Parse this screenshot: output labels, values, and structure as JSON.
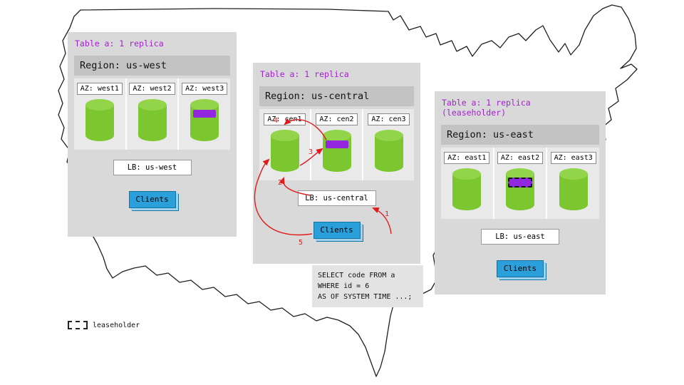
{
  "legend": {
    "label": "leaseholder"
  },
  "sql": {
    "lines": [
      "SELECT code FROM a",
      "WHERE id = 6",
      "AS OF SYSTEM TIME ...;"
    ]
  },
  "steps": {
    "s1": "1",
    "s2": "2",
    "s3": "3",
    "s4": "4",
    "s5": "5"
  },
  "west": {
    "table_label": "Table a: 1 replica",
    "region_label": "Region: us-west",
    "az1": "AZ: west1",
    "az2": "AZ: west2",
    "az3": "AZ: west3",
    "lb_label": "LB: us-west",
    "clients_label": "Clients"
  },
  "central": {
    "table_label": "Table a: 1 replica",
    "region_label": "Region: us-central",
    "az1": "AZ: cen1",
    "az2": "AZ: cen2",
    "az3": "AZ: cen3",
    "lb_label": "LB: us-central",
    "clients_label": "Clients"
  },
  "east": {
    "table_label": "Table a: 1 replica (leaseholder)",
    "region_label": "Region: us-east",
    "az1": "AZ: east1",
    "az2": "AZ: east2",
    "az3": "AZ: east3",
    "lb_label": "LB: us-east",
    "clients_label": "Clients"
  },
  "colors": {
    "panel_gray": "#d9d9d9",
    "region_bar_gray": "#c3c3c3",
    "cylinder_green": "#7cc72f",
    "replica_purple": "#9326df",
    "table_label_purple": "#a31fd2",
    "clients_blue": "#2b9fd9",
    "arrow_red": "#e01b1b"
  }
}
